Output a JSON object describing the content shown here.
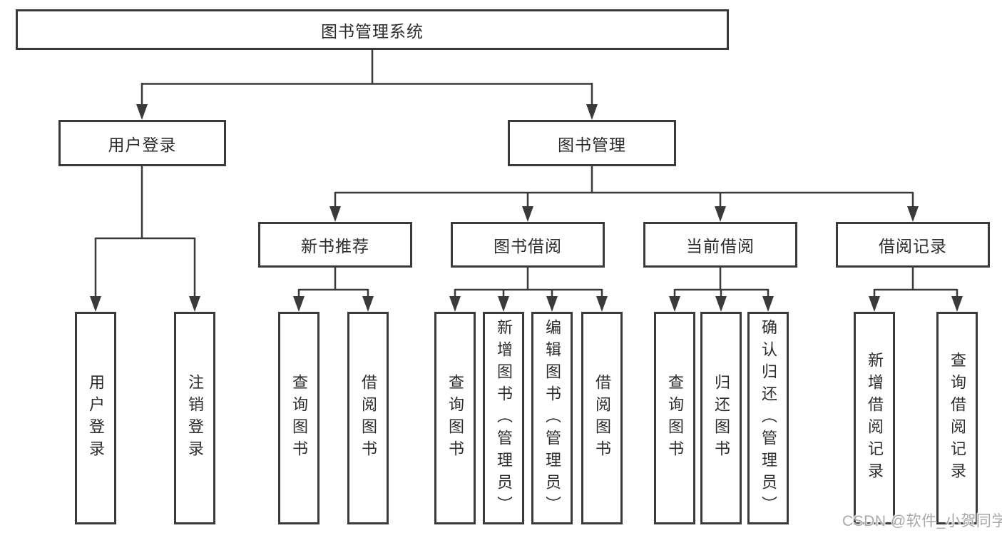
{
  "nodes": {
    "root": {
      "label": "图书管理系统"
    },
    "user_login": {
      "label": "用户登录"
    },
    "book_management": {
      "label": "图书管理"
    },
    "new_book_recommendation": {
      "label": "新书推荐"
    },
    "book_borrowing": {
      "label": "图书借阅"
    },
    "current_borrowing": {
      "label": "当前借阅"
    },
    "borrowing_records": {
      "label": "借阅记录"
    },
    "leaf_user_login": {
      "label": "用户登录"
    },
    "leaf_logout": {
      "label": "注销登录"
    },
    "leaf_nbr_query_books": {
      "label": "查询图书"
    },
    "leaf_nbr_borrow_books": {
      "label": "借阅图书"
    },
    "leaf_bb_query_books": {
      "label": "查询图书"
    },
    "leaf_bb_add_books": {
      "label": "新增图书（管理员）"
    },
    "leaf_bb_edit_books": {
      "label": "编辑图书（管理员）"
    },
    "leaf_bb_borrow_books": {
      "label": "借阅图书"
    },
    "leaf_cb_query_books": {
      "label": "查询图书"
    },
    "leaf_cb_return_books": {
      "label": "归还图书"
    },
    "leaf_cb_confirm_return": {
      "label": "确认归还（管理员）"
    },
    "leaf_br_add_record": {
      "label": "新增借阅记录"
    },
    "leaf_br_query_record": {
      "label": "查询借阅记录"
    }
  },
  "watermark": {
    "text": "CSDN @软件_小贺同学"
  },
  "colors": {
    "line": "#3a3a3a",
    "text": "#2d2d2d",
    "watermark": "#a9a9a9"
  }
}
